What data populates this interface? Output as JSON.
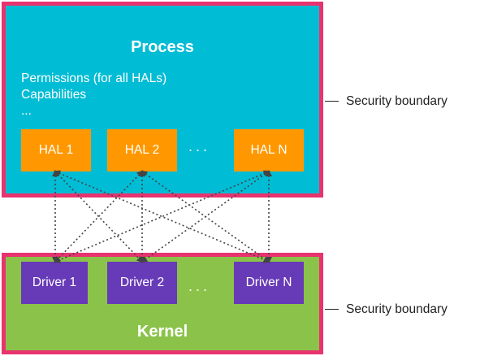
{
  "process": {
    "title": "Process",
    "permissions": "Permissions (for all HALs)",
    "capabilities": "Capabilities",
    "more": "...",
    "hals": [
      "HAL 1",
      "HAL 2",
      "HAL N"
    ],
    "ellipsis": "..."
  },
  "kernel": {
    "title": "Kernel",
    "drivers": [
      "Driver 1",
      "Driver 2",
      "Driver N"
    ],
    "ellipsis": "..."
  },
  "boundaries": {
    "process_label": "Security boundary",
    "kernel_label": "Security boundary"
  },
  "colors": {
    "boundary_border": "#e8336f",
    "process_fill": "#00bcd4",
    "kernel_fill": "#8bc34a",
    "hal_fill": "#ff9800",
    "driver_fill": "#673ab7",
    "connector": "#444444"
  }
}
